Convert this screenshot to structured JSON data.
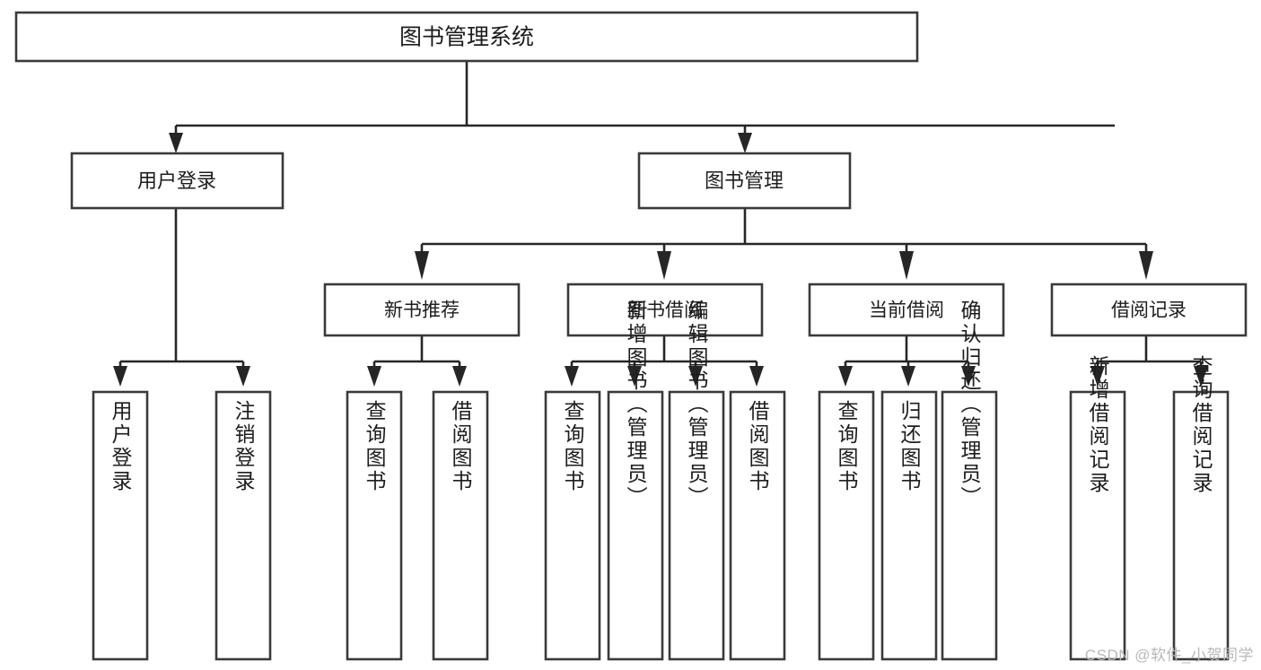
{
  "diagram": {
    "type": "tree",
    "title": "图书管理系统",
    "root": {
      "label": "图书管理系统"
    },
    "level2": [
      {
        "label": "用户登录"
      },
      {
        "label": "图书管理"
      }
    ],
    "level3": [
      {
        "label": "新书推荐"
      },
      {
        "label": "图书借阅"
      },
      {
        "label": "当前借阅"
      },
      {
        "label": "借阅记录"
      }
    ],
    "leaves": {
      "user_login": [
        {
          "label": "用户登录"
        },
        {
          "label": "注销登录"
        }
      ],
      "new_book_recommend": [
        {
          "label": "查询图书"
        },
        {
          "label": "借阅图书"
        }
      ],
      "book_borrow": [
        {
          "label": "查询图书"
        },
        {
          "label": "新增图书（管理员）"
        },
        {
          "label": "编辑图书（管理员）"
        },
        {
          "label": "借阅图书"
        }
      ],
      "current_borrow": [
        {
          "label": "查询图书"
        },
        {
          "label": "归还图书"
        },
        {
          "label": "确认归还（管理员）"
        }
      ],
      "borrow_record": [
        {
          "label": "新增借阅记录"
        },
        {
          "label": "查询借阅记录"
        }
      ]
    }
  },
  "watermark": {
    "text": "CSDN @软件_小贺同学"
  },
  "colors": {
    "box_stroke": "#3a3a3a",
    "connector": "#262626",
    "text": "#1d1d1d",
    "background": "#ffffff",
    "watermark": "#b8b8b8"
  }
}
